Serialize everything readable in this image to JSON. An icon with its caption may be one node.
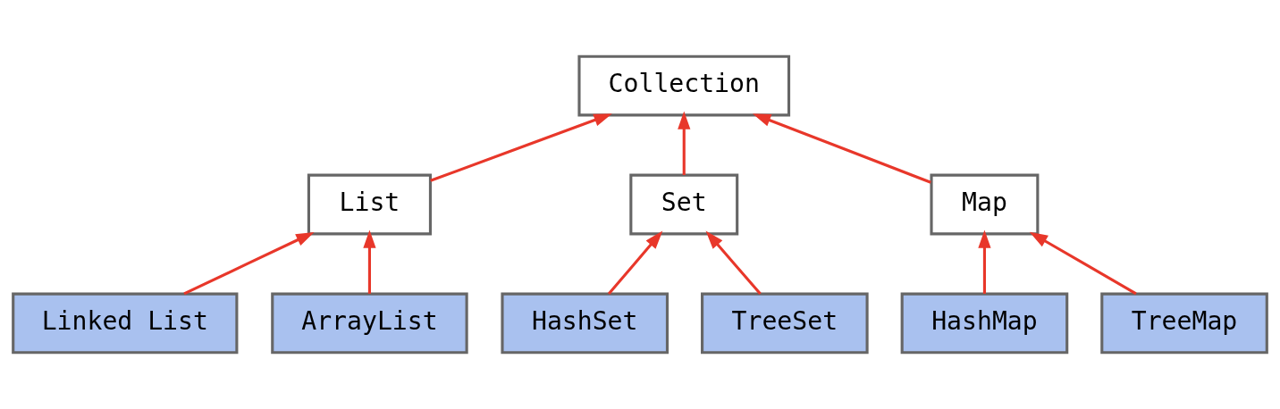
{
  "diagram": {
    "nodes": [
      {
        "text": [
          "Collection"
        ]
      },
      {
        "text": [
          "List"
        ]
      },
      {
        "text": [
          "Set"
        ]
      },
      {
        "text": [
          "Map"
        ]
      },
      {
        "text": [
          "Linked List"
        ]
      },
      {
        "text": [
          "ArrayList"
        ]
      },
      {
        "text": [
          "HashSet"
        ]
      },
      {
        "text": [
          "TreeSet"
        ]
      },
      {
        "text": [
          "HashMap"
        ]
      },
      {
        "text": [
          "TreeMap"
        ]
      }
    ],
    "edges": [
      {
        "from": 1,
        "to": 0,
        "arrow": "to"
      },
      {
        "from": 2,
        "to": 0,
        "arrow": "to"
      },
      {
        "from": 3,
        "to": 0,
        "arrow": "to"
      },
      {
        "from": 4,
        "to": 1,
        "arrow": "to"
      },
      {
        "from": 5,
        "to": 1,
        "arrow": "to"
      },
      {
        "from": 6,
        "to": 2,
        "arrow": "to"
      },
      {
        "from": 7,
        "to": 2,
        "arrow": "to"
      },
      {
        "from": 8,
        "to": 3,
        "arrow": "to"
      },
      {
        "from": 9,
        "to": 3,
        "arrow": "to"
      }
    ]
  }
}
